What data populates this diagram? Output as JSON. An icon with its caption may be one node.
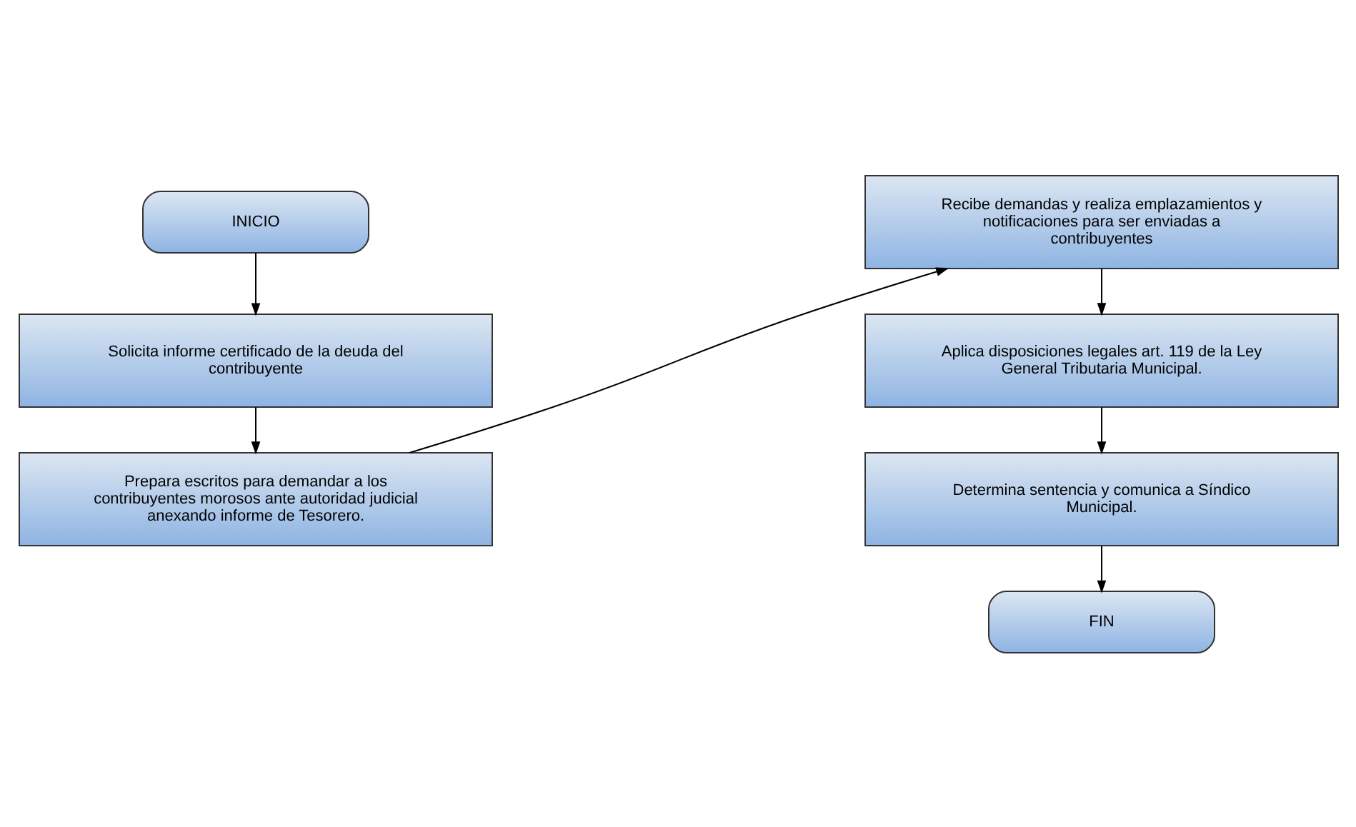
{
  "diagram": {
    "nodes": [
      {
        "text": [
          "INICIO"
        ]
      },
      {
        "text": [
          "Solicita informe certificado de la deuda del contribuyente"
        ]
      },
      {
        "text": [
          "Prepara escritos para demandar a los contribuyentes morosos ante autoridad judicial anexando informe de Tesorero."
        ]
      },
      {
        "text": [
          "Recibe demandas y realiza emplazamientos y notificaciones para ser enviadas a contribuyentes"
        ]
      },
      {
        "text": [
          "Aplica disposiciones legales art. 119 de la Ley General Tributaria Municipal."
        ]
      },
      {
        "text": [
          "Determina sentencia y comunica a Síndico Municipal."
        ]
      },
      {
        "text": [
          "FIN"
        ]
      }
    ],
    "edges": [
      {
        "from": 0,
        "to": 1,
        "arrow": "to"
      },
      {
        "from": 1,
        "to": 2,
        "arrow": "to"
      },
      {
        "from": 2,
        "to": 3,
        "arrow": "to"
      },
      {
        "from": 3,
        "to": 4,
        "arrow": "to"
      },
      {
        "from": 4,
        "to": 5,
        "arrow": "to"
      },
      {
        "from": 5,
        "to": 6,
        "arrow": "to"
      }
    ]
  }
}
